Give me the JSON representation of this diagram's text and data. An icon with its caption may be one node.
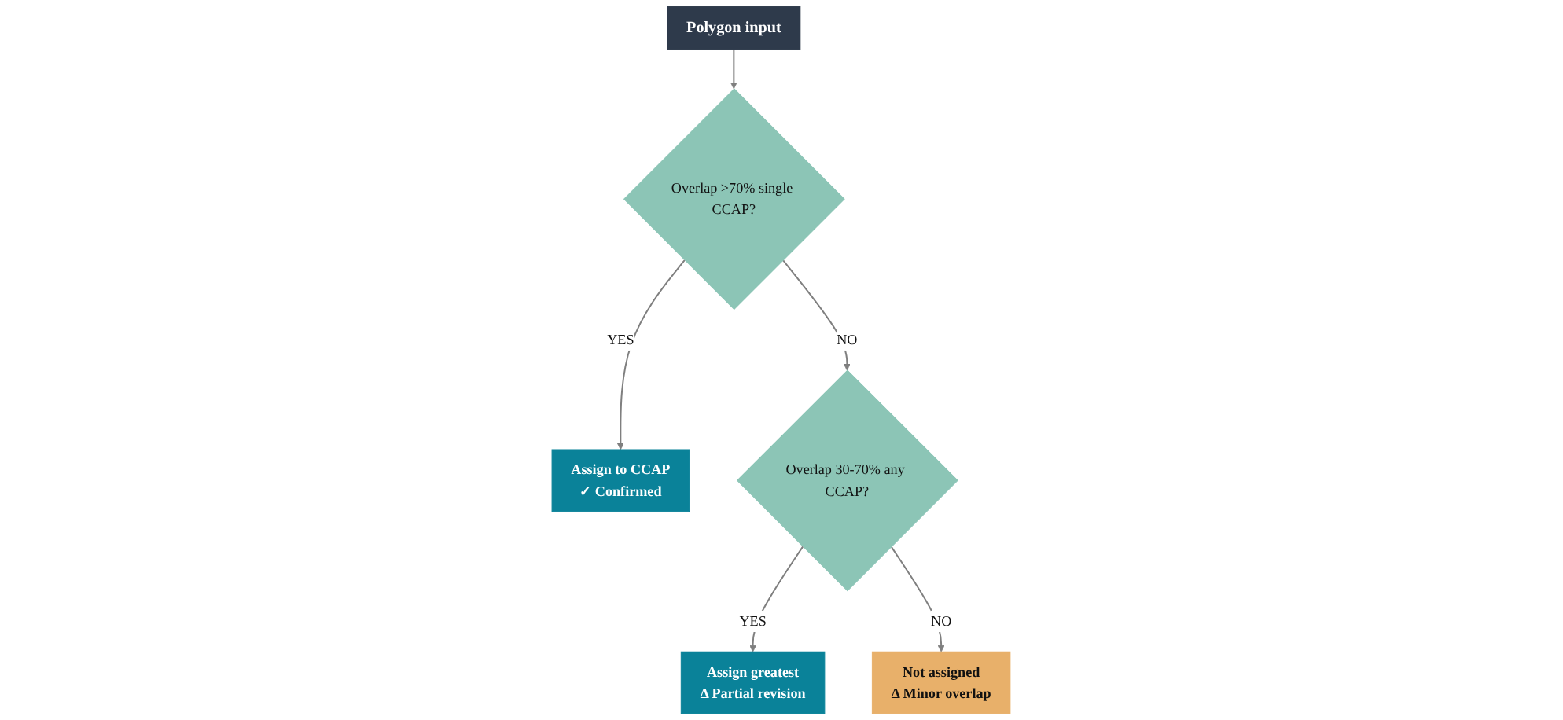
{
  "diagram": {
    "nodes": [
      {
        "text": [
          "Polygon input"
        ]
      },
      {
        "text": [
          "Overlap >70% single CCAP?"
        ]
      },
      {
        "text": [
          "Assign to CCAP",
          "✓ Confirmed"
        ]
      },
      {
        "text": [
          "Overlap 30-70% any CCAP?"
        ]
      },
      {
        "text": [
          "Assign greatest",
          "Δ Partial revision"
        ]
      },
      {
        "text": [
          "Not assigned",
          "Δ Minor overlap"
        ]
      }
    ],
    "edges": [
      {
        "from": 0,
        "to": 1,
        "arrow": "to"
      },
      {
        "from": 1,
        "to": 2,
        "arrow": "to",
        "label": "YES"
      },
      {
        "from": 1,
        "to": 3,
        "arrow": "to",
        "label": "NO"
      },
      {
        "from": 3,
        "to": 4,
        "arrow": "to",
        "label": "YES"
      },
      {
        "from": 3,
        "to": 5,
        "arrow": "to",
        "label": "NO"
      }
    ]
  }
}
